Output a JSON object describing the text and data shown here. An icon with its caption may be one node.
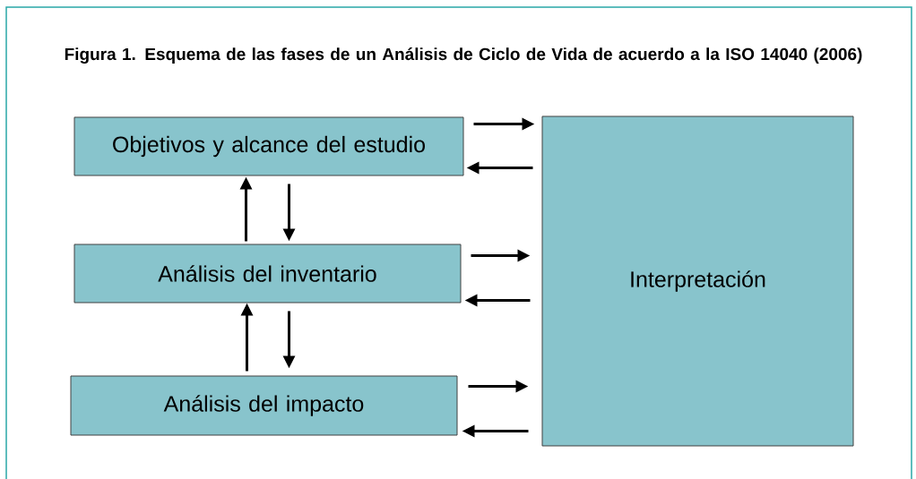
{
  "diagram": {
    "title": "Figura 1. Esquema de las fases de un Análisis de Ciclo de Vida de acuerdo a la ISO 14040 (2006)",
    "nodes": [
      {
        "text": [
          "Objetivos y alcance del estudio"
        ]
      },
      {
        "text": [
          "Análisis del inventario"
        ]
      },
      {
        "text": [
          "Análisis del impacto"
        ]
      },
      {
        "text": [
          "Interpretación"
        ]
      }
    ],
    "edges": [
      {
        "from": 1,
        "to": 0,
        "arrow": "to"
      },
      {
        "from": 0,
        "to": 1,
        "arrow": "to"
      },
      {
        "from": 2,
        "to": 1,
        "arrow": "to"
      },
      {
        "from": 1,
        "to": 2,
        "arrow": "to"
      },
      {
        "from": 0,
        "to": 3,
        "arrow": "to"
      },
      {
        "from": 3,
        "to": 0,
        "arrow": "to"
      },
      {
        "from": 1,
        "to": 3,
        "arrow": "to"
      },
      {
        "from": 3,
        "to": 1,
        "arrow": "to"
      },
      {
        "from": 2,
        "to": 3,
        "arrow": "to"
      },
      {
        "from": 3,
        "to": 2,
        "arrow": "to"
      }
    ]
  }
}
